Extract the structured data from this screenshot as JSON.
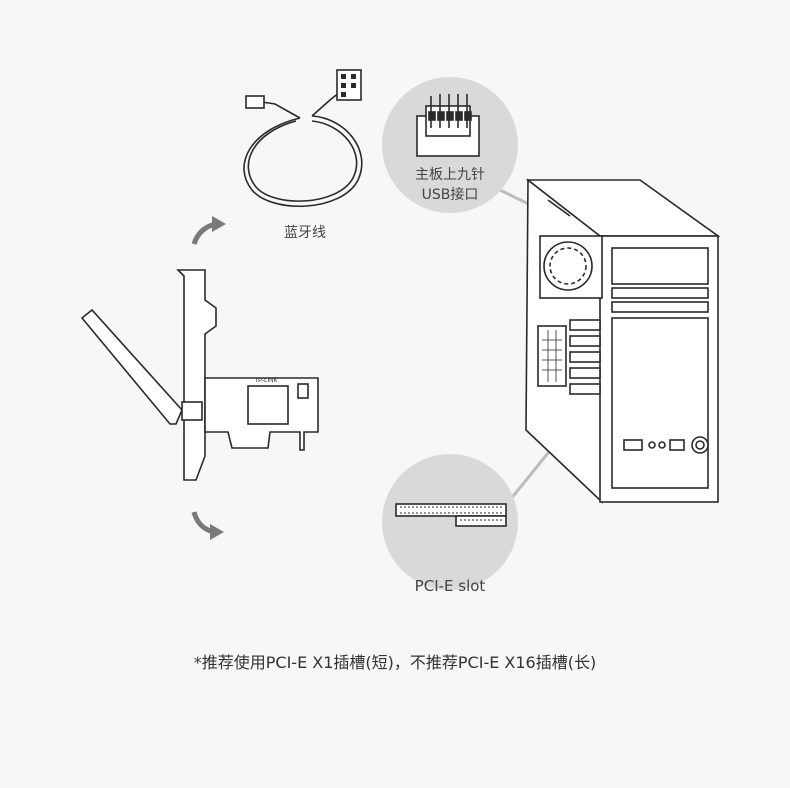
{
  "labels": {
    "cable": "蓝牙线",
    "header_line1": "主板上九针",
    "header_line2": "USB接口",
    "slot": "PCI-E slot",
    "card_brand": "TP-LINK"
  },
  "note": {
    "prefix": "*",
    "text": "推荐使用PCI-E X1插槽(短)，不推荐PCI-E X16插槽(长)"
  },
  "colors": {
    "background": "#f7f7f7",
    "circle": "#d9d9d9",
    "line": "#2a2a2a",
    "arrow": "#7a7a7a"
  }
}
